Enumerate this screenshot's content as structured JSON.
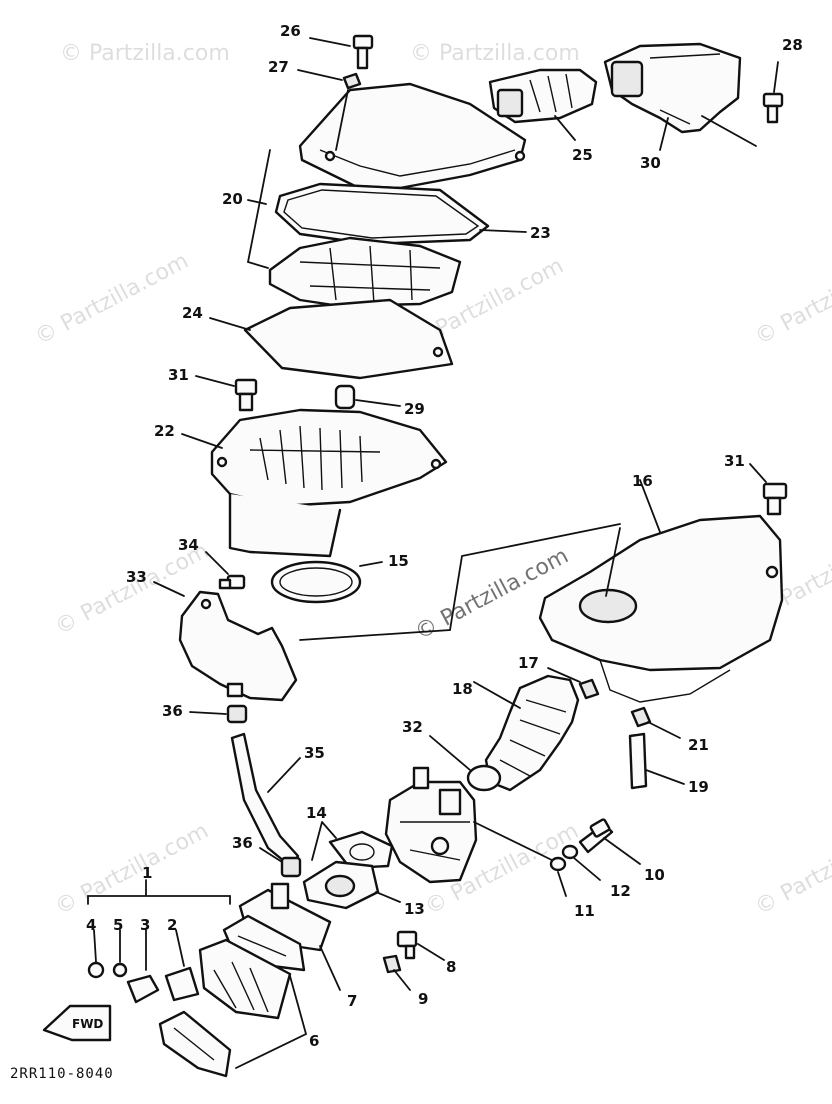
{
  "watermark": "© Partzilla.com",
  "diagram_code": "2RR110-8040",
  "fwd_label": "FWD",
  "callouts": [
    "1",
    "2",
    "3",
    "4",
    "5",
    "6",
    "7",
    "8",
    "9",
    "10",
    "11",
    "12",
    "13",
    "14",
    "15",
    "16",
    "17",
    "18",
    "19",
    "20",
    "21",
    "22",
    "23",
    "24",
    "25",
    "26",
    "27",
    "28",
    "29",
    "30",
    "31",
    "32",
    "33",
    "34",
    "35",
    "36"
  ]
}
